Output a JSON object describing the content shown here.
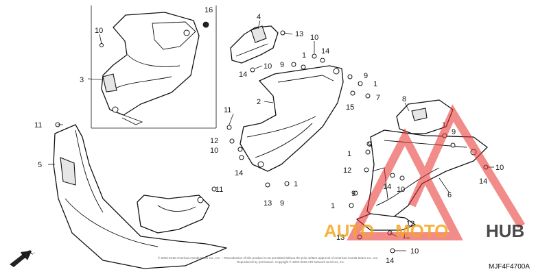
{
  "diagram": {
    "code": "MJF4F4700A",
    "front_arrow_label": "FR.",
    "copyright": "© 2003-2015 American Honda Motor Co., Inc. – Reproduction of this product is not permitted without the prior written approval of American Honda Motor Co., Inc.",
    "copyright_line2": "Reproduced by permission. Copyright © 2003-2015 ARI Network Services, Inc.",
    "watermark": {
      "part1": "AUTO",
      "part2": "MOTO",
      "part3": "HUB",
      "colors": {
        "orange": "#F5A623",
        "red": "#E8302E",
        "dark": "#2B2B2B"
      }
    },
    "callouts": {
      "c16": "16",
      "c10a": "10",
      "c3": "3",
      "c4": "4",
      "c13a": "13",
      "c10b": "10",
      "c14a": "14",
      "c1a": "1",
      "c9a": "9",
      "c10c": "10",
      "c14b": "14",
      "c9b": "9",
      "c1b": "1",
      "c7": "7",
      "c15": "15",
      "c2": "2",
      "c11a": "11",
      "c11b": "11",
      "c8": "8",
      "c5": "5",
      "c12a": "12",
      "c10d": "10",
      "c1c": "1",
      "c9c": "9",
      "c9d": "9",
      "c10e": "10",
      "c14c": "14",
      "c12b": "12",
      "c14d": "14",
      "c10f": "10",
      "c6": "6",
      "c14e": "14",
      "c11c": "11",
      "c9e": "9",
      "c1d": "1",
      "c13b": "13",
      "c9f": "9",
      "c1e": "1",
      "c1f": "1",
      "c12c": "12",
      "c13c": "13",
      "c11d": "11",
      "c14f": "14",
      "c10g": "10"
    }
  }
}
